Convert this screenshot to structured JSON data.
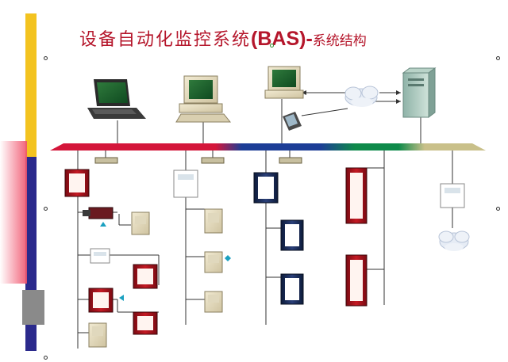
{
  "slide": {
    "title_part1": "设备自动化监控系统",
    "title_part2": "(BAS)-",
    "title_part3": "系统结构",
    "title_color": "#b5162b"
  },
  "colors": {
    "bus_red": "#d4163a",
    "bus_blue": "#1c3d96",
    "bus_green": "#0e8a4a",
    "bus_tan": "#c9c08a",
    "stripe_yellow": "#f3c320",
    "stripe_navy": "#2b2a8c",
    "stripe_pink": "#f05468"
  },
  "icons": [
    "laptop-icon",
    "desktop-computer-icon",
    "workstation-icon",
    "pda-icon",
    "cloud-network-icon",
    "server-tower-icon",
    "network-switch-icon",
    "controller-panel-icon",
    "control-box-icon",
    "module-box-icon",
    "tall-panel-icon",
    "thermostat-icon",
    "camera-icon"
  ]
}
